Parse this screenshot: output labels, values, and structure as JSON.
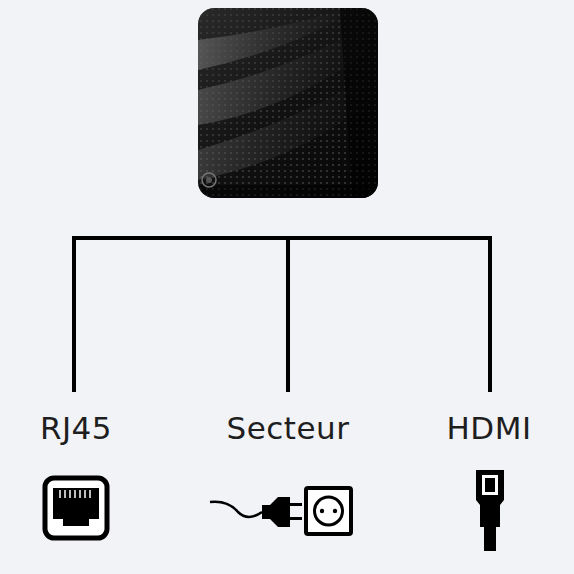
{
  "diagram": {
    "labels": [
      "RJ45",
      "Secteur",
      "HDMI"
    ]
  }
}
